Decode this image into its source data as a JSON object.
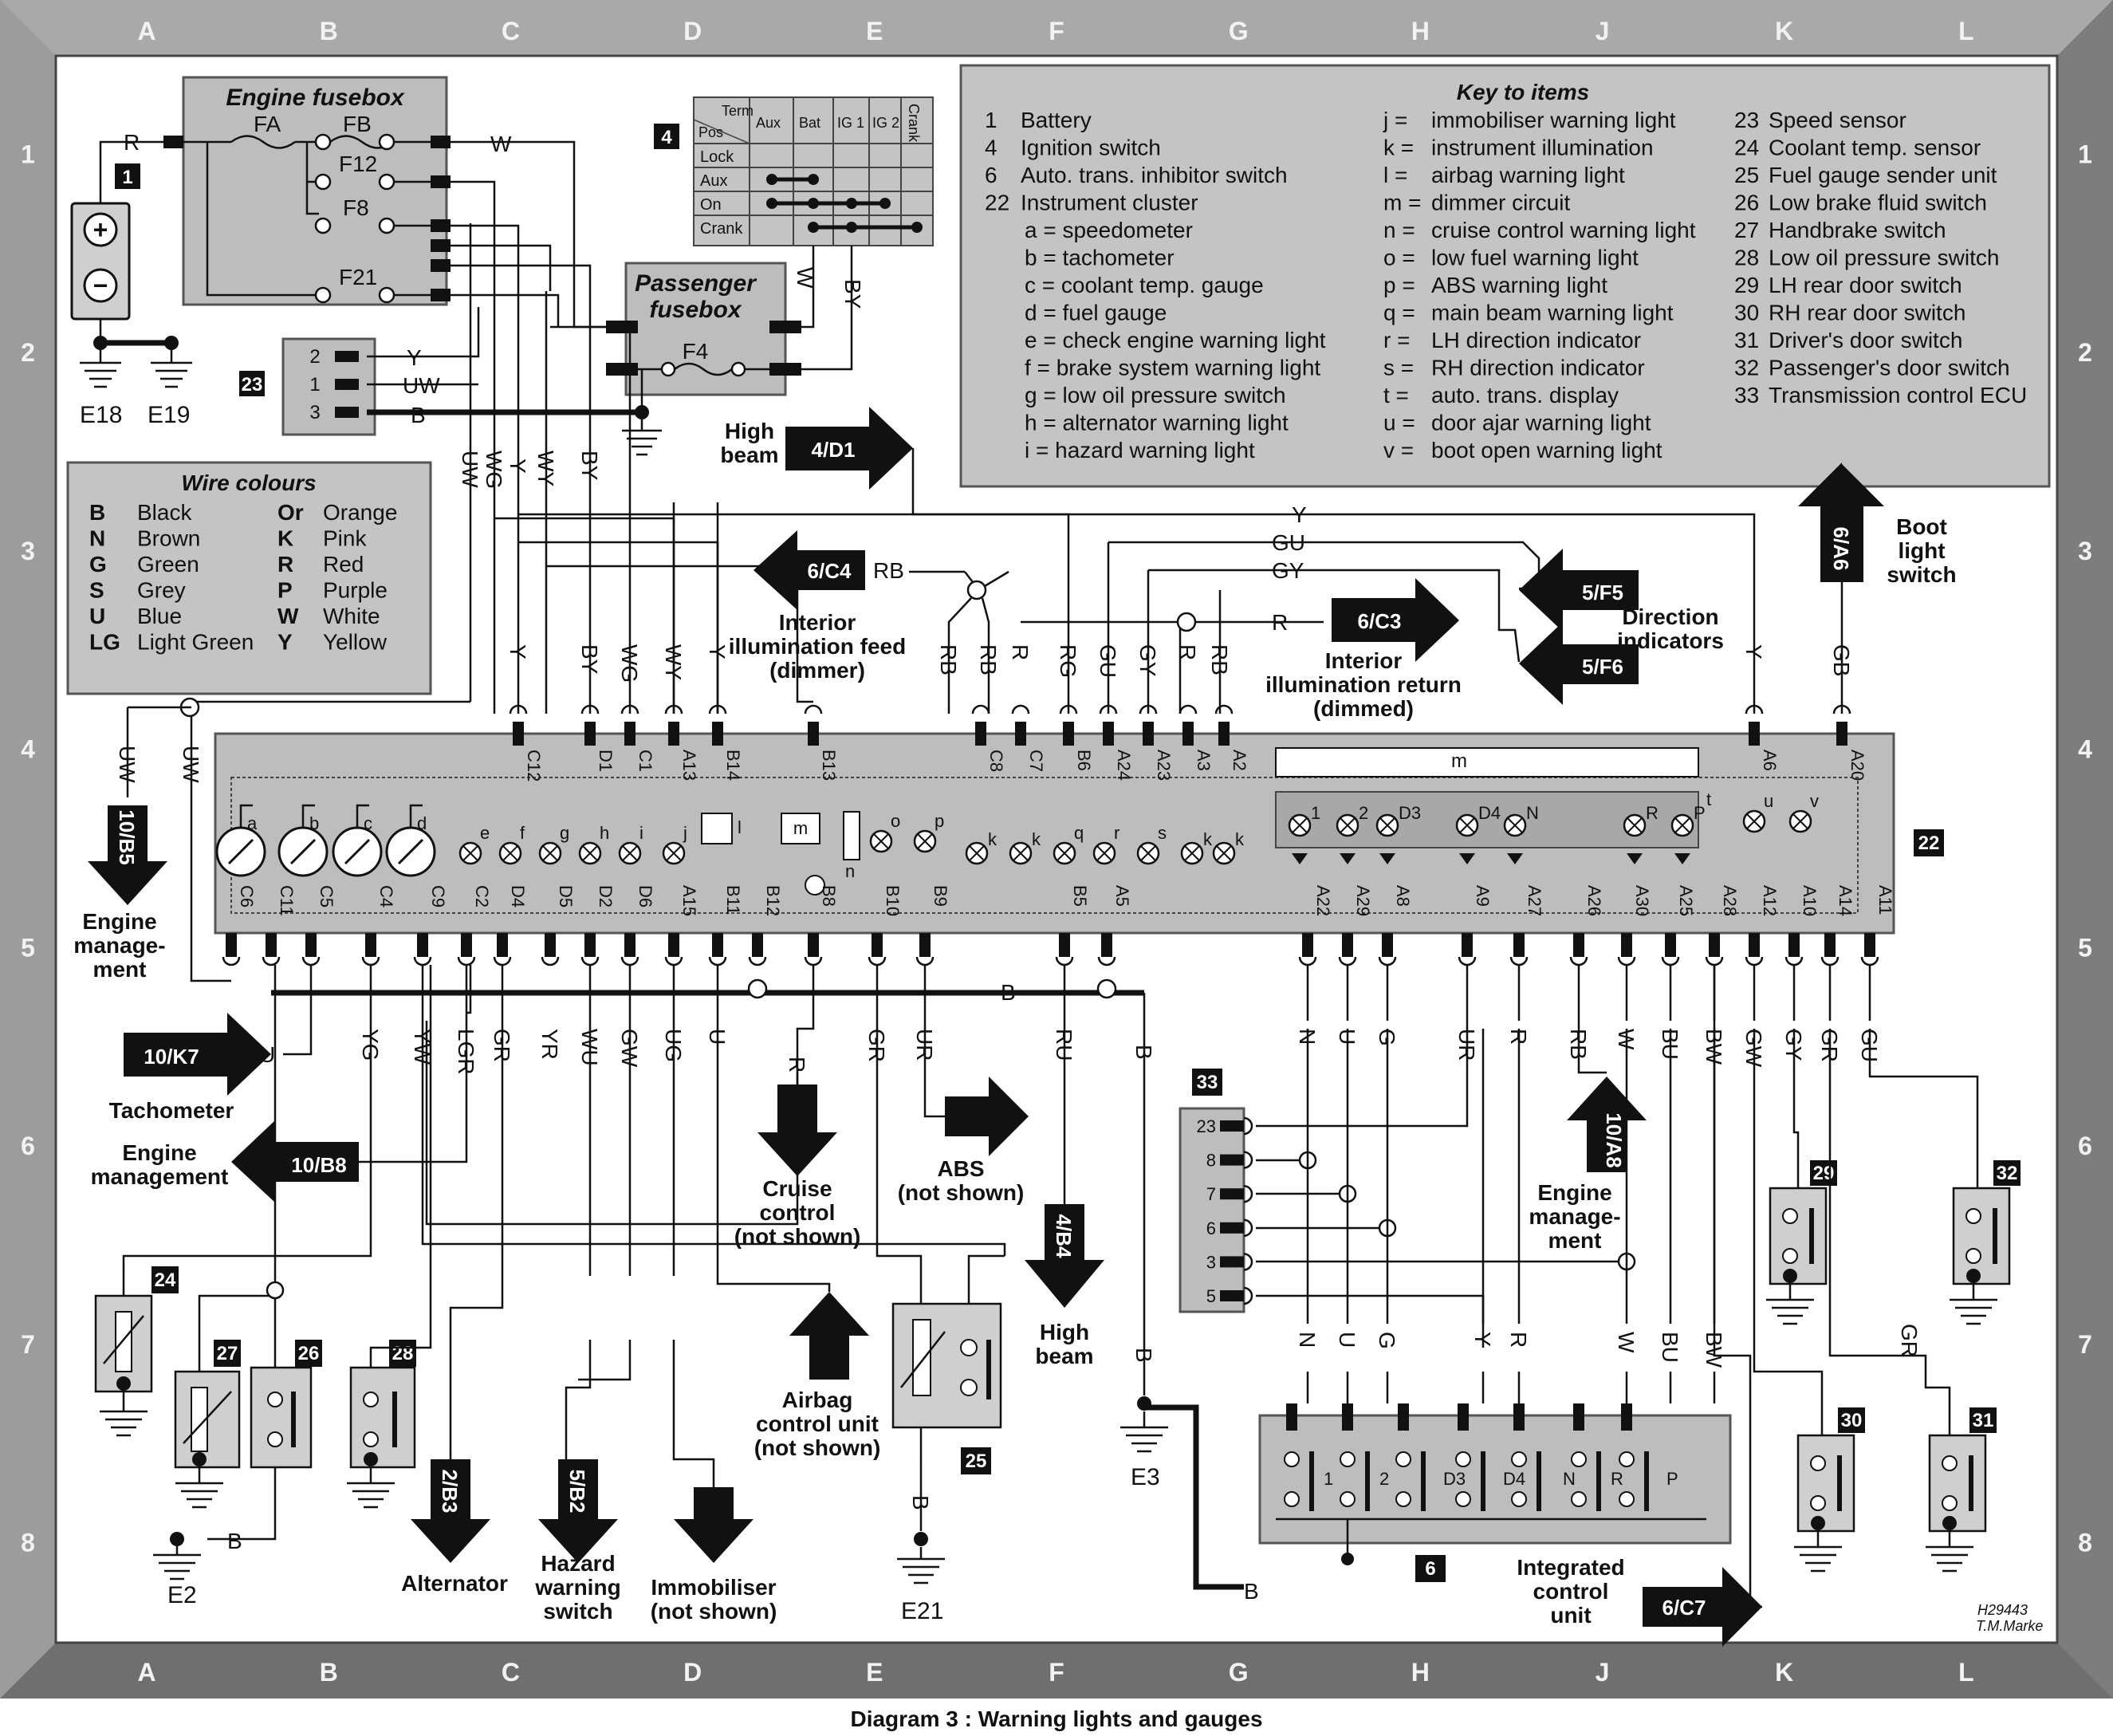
{
  "caption": "Diagram 3 : Warning lights and gauges",
  "credit": [
    "H29443",
    "T.M.Marke"
  ],
  "grid": {
    "cols": [
      "A",
      "B",
      "C",
      "D",
      "E",
      "F",
      "G",
      "H",
      "J",
      "K",
      "L"
    ],
    "rows": [
      "1",
      "2",
      "3",
      "4",
      "5",
      "6",
      "7",
      "8"
    ]
  },
  "engine_fusebox": {
    "title": "Engine fusebox",
    "fuses": [
      "FA",
      "FB",
      "F12",
      "F8",
      "F21"
    ],
    "wires": [
      "R",
      "W"
    ]
  },
  "passenger_fusebox": {
    "title": "Passenger fusebox",
    "fuse": "F4",
    "wires": [
      "W",
      "BY"
    ]
  },
  "ignition_switch": {
    "number": "4",
    "header_term": "Term",
    "header_pos": "Pos",
    "columns": [
      "Aux",
      "Bat",
      "IG 1",
      "IG 2",
      "Crank"
    ],
    "rows": [
      "Lock",
      "Aux",
      "On",
      "Crank"
    ]
  },
  "battery": {
    "number": "1",
    "earths": [
      "E18",
      "E19"
    ]
  },
  "speed_sensor": {
    "number": "23",
    "pins": [
      "2",
      "1",
      "3"
    ],
    "wires": [
      "Y",
      "UW",
      "B"
    ]
  },
  "key": {
    "title": "Key to items",
    "col1": [
      [
        "1",
        "Battery"
      ],
      [
        "4",
        "Ignition switch"
      ],
      [
        "6",
        "Auto. trans. inhibitor switch"
      ],
      [
        "22",
        "Instrument cluster"
      ],
      [
        "",
        "a = speedometer"
      ],
      [
        "",
        "b = tachometer"
      ],
      [
        "",
        "c = coolant temp. gauge"
      ],
      [
        "",
        "d = fuel gauge"
      ],
      [
        "",
        "e = check engine warning light"
      ],
      [
        "",
        "f = brake system warning light"
      ],
      [
        "",
        "g = low oil pressure switch"
      ],
      [
        "",
        "h = alternator warning light"
      ],
      [
        "",
        "i = hazard warning light"
      ]
    ],
    "col2": [
      [
        "j",
        "immobiliser warning light"
      ],
      [
        "k",
        "instrument illumination"
      ],
      [
        "l",
        "airbag warning light"
      ],
      [
        "m",
        "dimmer circuit"
      ],
      [
        "n",
        "cruise control warning light"
      ],
      [
        "o",
        "low fuel warning light"
      ],
      [
        "p",
        "ABS warning light"
      ],
      [
        "q",
        "main beam warning light"
      ],
      [
        "r",
        "LH direction indicator"
      ],
      [
        "s",
        "RH direction indicator"
      ],
      [
        "t",
        "auto. trans. display"
      ],
      [
        "u",
        "door ajar warning light"
      ],
      [
        "v",
        "boot open warning light"
      ]
    ],
    "col3": [
      [
        "23",
        "Speed sensor"
      ],
      [
        "24",
        "Coolant temp. sensor"
      ],
      [
        "25",
        "Fuel gauge sender unit"
      ],
      [
        "26",
        "Low brake fluid switch"
      ],
      [
        "27",
        "Handbrake switch"
      ],
      [
        "28",
        "Low oil pressure switch"
      ],
      [
        "29",
        "LH rear door switch"
      ],
      [
        "30",
        "RH rear door switch"
      ],
      [
        "31",
        "Driver's door switch"
      ],
      [
        "32",
        "Passenger's door switch"
      ],
      [
        "33",
        "Transmission control ECU"
      ]
    ]
  },
  "wire_colours": {
    "title": "Wire colours",
    "left": [
      [
        "B",
        "Black"
      ],
      [
        "N",
        "Brown"
      ],
      [
        "G",
        "Green"
      ],
      [
        "S",
        "Grey"
      ],
      [
        "U",
        "Blue"
      ],
      [
        "LG",
        "Light Green"
      ]
    ],
    "right": [
      [
        "Or",
        "Orange"
      ],
      [
        "K",
        "Pink"
      ],
      [
        "R",
        "Red"
      ],
      [
        "P",
        "Purple"
      ],
      [
        "W",
        "White"
      ],
      [
        "Y",
        "Yellow"
      ]
    ]
  },
  "cluster": {
    "number": "22",
    "top_pins": [
      "C12",
      "D1",
      "C1",
      "A13",
      "B14",
      "B13",
      "C8",
      "C7",
      "B6",
      "A24",
      "A23",
      "A3",
      "A2",
      "A6",
      "A20"
    ],
    "bottom_pins": [
      "C6",
      "C11",
      "C5",
      "C4",
      "C9",
      "C2",
      "D4",
      "D5",
      "D2",
      "D6",
      "A15",
      "B11",
      "B12",
      "B8",
      "B10",
      "B9",
      "B5",
      "A5",
      "A22",
      "A29",
      "A8",
      "A9",
      "A27",
      "A26",
      "A30",
      "A25",
      "A28",
      "A12",
      "A10",
      "A14",
      "A11"
    ],
    "gauges": [
      "a",
      "b",
      "c",
      "d"
    ],
    "lamps": [
      "e",
      "f",
      "g",
      "h",
      "i",
      "j",
      "o",
      "p",
      "q",
      "r",
      "s",
      "u",
      "v"
    ],
    "illum": [
      "k",
      "k",
      "k",
      "k"
    ],
    "dimmer": "m",
    "display": [
      "1",
      "2",
      "D3",
      "D4",
      "N",
      "R",
      "P"
    ],
    "display_letter": "t",
    "airbag": "l",
    "cruise": "n"
  },
  "top_wires": [
    "UW",
    "WG",
    "Y",
    "WY",
    "BY",
    "Y",
    "BY",
    "WG",
    "WY",
    "Y",
    "RB",
    "RB",
    "R",
    "RG",
    "GU",
    "GY",
    "R",
    "RB",
    "Y",
    "GB"
  ],
  "bus_wires": [
    "Y",
    "GU",
    "GY",
    "RB",
    "R"
  ],
  "bottom_wires": [
    "UW",
    "UW",
    "U",
    "YG",
    "YW",
    "LGR",
    "GR",
    "YR",
    "WU",
    "GW",
    "UG",
    "U",
    "R",
    "GR",
    "UR",
    "RU",
    "B",
    "B",
    "N",
    "U",
    "G",
    "UR",
    "R",
    "RB",
    "W",
    "BU",
    "BW",
    "GW",
    "GY",
    "GR",
    "GU"
  ],
  "ecu_wires": [
    "N",
    "U",
    "G",
    "Y",
    "R",
    "W",
    "BU",
    "BW",
    "GR"
  ],
  "ecu_pins": [
    "23",
    "8",
    "7",
    "6",
    "3",
    "5"
  ],
  "inhibitor": {
    "number": "6",
    "positions": [
      "1",
      "2",
      "D3",
      "D4",
      "N",
      "R",
      "P"
    ]
  },
  "components": {
    "24": "24",
    "25": "25",
    "26": "26",
    "27": "27",
    "28": "28",
    "29": "29",
    "30": "30",
    "31": "31",
    "32": "32",
    "33": "33"
  },
  "earths": [
    "E2",
    "E3",
    "E21"
  ],
  "refs": {
    "high_beam_top": {
      "code": "4/D1",
      "label": "High beam"
    },
    "interior_feed": {
      "code": "6/C4",
      "wire": "RB",
      "label": [
        "Interior",
        "illumination feed",
        "(dimmer)"
      ]
    },
    "interior_return": {
      "code": "6/C3",
      "wire": "R",
      "label": [
        "Interior",
        "illumination return",
        "(dimmed)"
      ]
    },
    "dir_f5": {
      "code": "5/F5"
    },
    "dir_f6": {
      "code": "5/F6",
      "label": [
        "Direction",
        "indicators"
      ]
    },
    "boot": {
      "code": "6/A6",
      "label": [
        "Boot",
        "light",
        "switch"
      ]
    },
    "engine_mgmt_b5": {
      "code": "10/B5",
      "label": [
        "Engine",
        "manage-",
        "ment"
      ]
    },
    "tacho": {
      "code": "10/K7",
      "wire": "U",
      "label": "Tachometer"
    },
    "engine_mgmt_b8": {
      "code": "10/B8",
      "label": [
        "Engine",
        "management"
      ]
    },
    "cruise": {
      "label": [
        "Cruise",
        "control",
        "(not shown)"
      ]
    },
    "abs": {
      "label": [
        "ABS",
        "(not shown)"
      ]
    },
    "high_beam_b4": {
      "code": "4/B4",
      "label": [
        "High",
        "beam"
      ]
    },
    "airbag": {
      "label": [
        "Airbag",
        "control unit",
        "(not shown)"
      ]
    },
    "alternator": {
      "code": "2/B3",
      "label": "Alternator"
    },
    "hazard": {
      "code": "5/B2",
      "label": [
        "Hazard",
        "warning",
        "switch"
      ]
    },
    "immob": {
      "label": [
        "Immobiliser",
        "(not shown)"
      ]
    },
    "engine_mgmt_a8": {
      "code": "10/A8",
      "label": [
        "Engine",
        "manage-",
        "ment"
      ]
    },
    "icu": {
      "code": "6/C7",
      "label": [
        "Integrated",
        "control",
        "unit"
      ]
    }
  }
}
